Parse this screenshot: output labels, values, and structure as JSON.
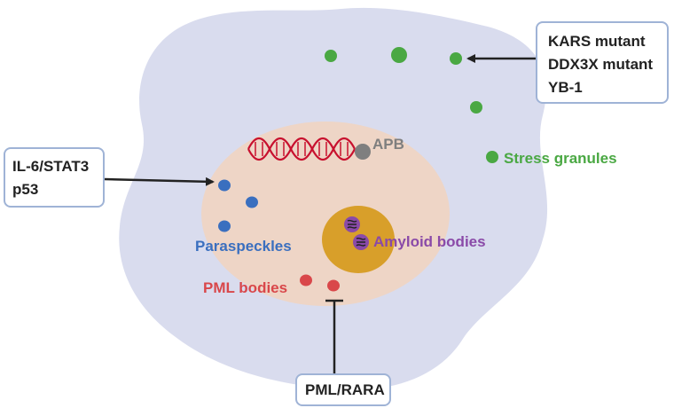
{
  "colors": {
    "cytoplasm": "#d9dcee",
    "nucleus": "#eed5c6",
    "nucleolus": "#d89f2a",
    "stress_granule": "#4aa843",
    "paraspeckle": "#3a6fbf",
    "pml_body": "#d9474a",
    "apb": "#7f7f7f",
    "amyloid": "#8a4aa8",
    "dna": "#c8102e",
    "box_border": "#9fb3d6",
    "arrow": "#222222"
  },
  "labels": {
    "apb": "APB",
    "stress_granules": "Stress granules",
    "paraspeckles": "Paraspeckles",
    "amyloid_bodies": "Amyloid bodies",
    "pml_bodies": "PML bodies"
  },
  "callouts": {
    "top_right": [
      "KARS mutant",
      "DDX3X mutant",
      "YB-1"
    ],
    "left": [
      "IL-6/STAT3",
      "p53"
    ],
    "bottom": [
      "PML/RARA"
    ]
  }
}
